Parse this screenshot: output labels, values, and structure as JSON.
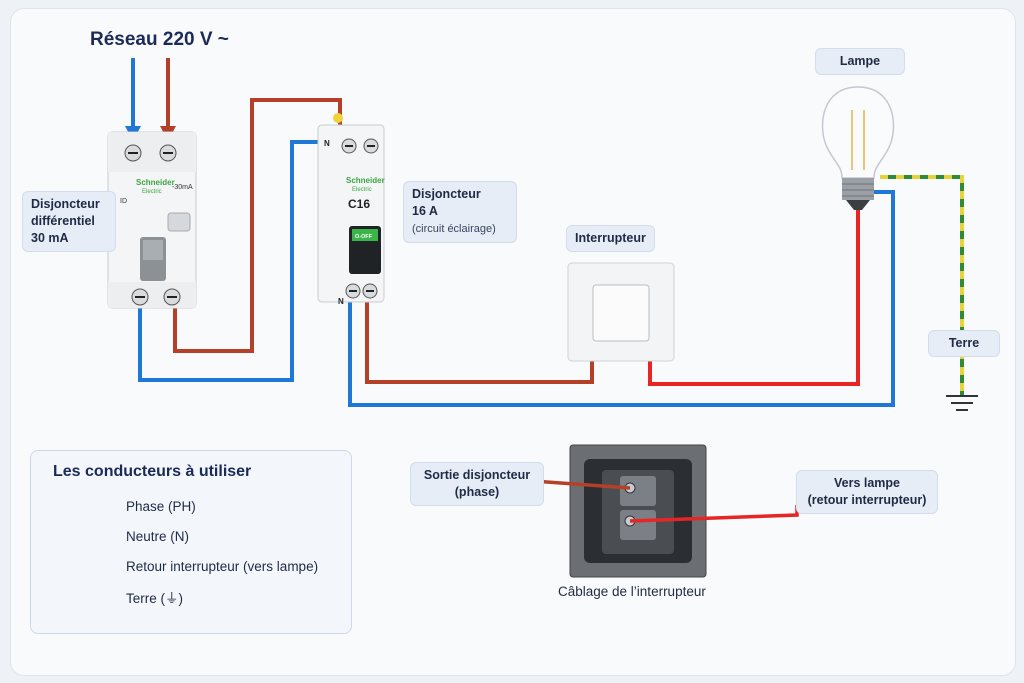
{
  "title": "Réseau 220 V ~",
  "labels": {
    "diff_line1": "Disjoncteur",
    "diff_line2": "différentiel",
    "diff_line3": "30 mA",
    "breaker_line1": "Disjoncteur",
    "breaker_line2": "16 A",
    "breaker_line3": "(circuit éclairage)",
    "interrupteur": "Interrupteur",
    "lampe": "Lampe",
    "terre": "Terre",
    "sortie_line1": "Sortie disjoncteur",
    "sortie_line2": "(phase)",
    "vers_line1": "Vers lampe",
    "vers_line2": "(retour interrupteur)"
  },
  "devices": {
    "diff_brand": "Schneider",
    "diff_brand_sub": "Electric",
    "diff_rating": "-30mA",
    "diff_code": "ID",
    "breaker_brand": "Schneider",
    "breaker_brand_sub": "Electric",
    "breaker_rating": "C16",
    "breaker_switch": "O-OFF",
    "terminal_n": "N"
  },
  "legend": {
    "title": "Les conducteurs à utiliser",
    "items": [
      {
        "label": "Phase (PH)",
        "color": "#b5532f"
      },
      {
        "label": "Neutre (N)",
        "color": "#2f7fd6"
      },
      {
        "label": "Retour interrupteur (vers lampe)",
        "color": "#e23a2a"
      },
      {
        "label": "Terre (⏚)",
        "color": "#5aa83a"
      }
    ]
  },
  "caption": "Câblage de l’interrupteur",
  "colors": {
    "phase": "#b5402a",
    "neutre": "#1f78d6",
    "retour": "#e82525",
    "terre_green": "#2e8b3a",
    "terre_yellow": "#e8d23a"
  }
}
